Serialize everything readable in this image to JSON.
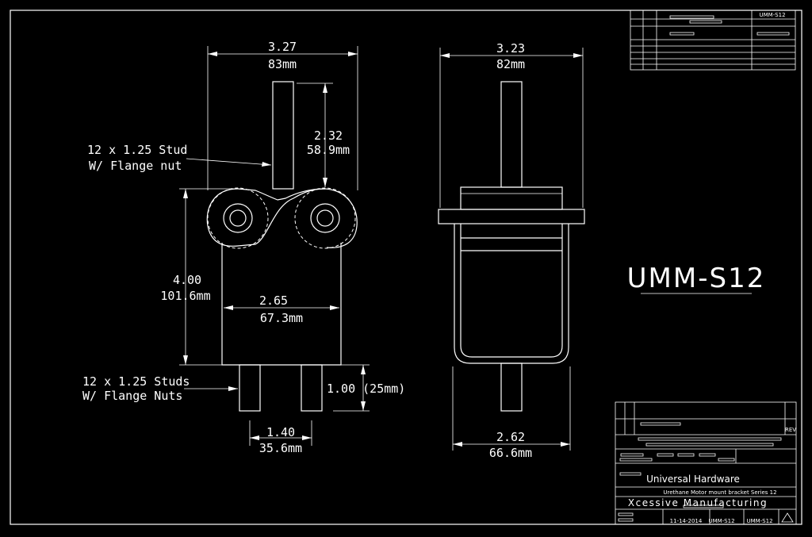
{
  "dimensions": {
    "front_width_in": "3.27",
    "front_width_mm": "83mm",
    "stud_height_in": "2.32",
    "stud_height_mm": "58.9mm",
    "body_height_in": "4.00",
    "body_height_mm": "101.6mm",
    "inner_width_in": "2.65",
    "inner_width_mm": "67.3mm",
    "bottom_stud_len": "1.00 (25mm)",
    "stud_spacing_in": "1.40",
    "stud_spacing_mm": "35.6mm",
    "side_width_in": "3.23",
    "side_width_mm": "82mm",
    "side_bottom_in": "2.62",
    "side_bottom_mm": "66.6mm"
  },
  "callouts": {
    "top_stud_line1": "12 x 1.25  Stud",
    "top_stud_line2": "W/ Flange nut",
    "bottom_studs_line1": "12 x 1.25 Studs",
    "bottom_studs_line2": "W/ Flange Nuts"
  },
  "part_number": "UMM-S12",
  "title_block": {
    "company": "Universal Hardware",
    "description": "Urethane Motor mount bracket  Series 12",
    "manufacturer": "Xcessive Manufacturing",
    "date": "11-14-2014",
    "dwg_no": "UMM-S12",
    "sheet": "UMM-S12",
    "rev": "REV"
  },
  "revision_block": {
    "header_part": "UMM-S12"
  }
}
